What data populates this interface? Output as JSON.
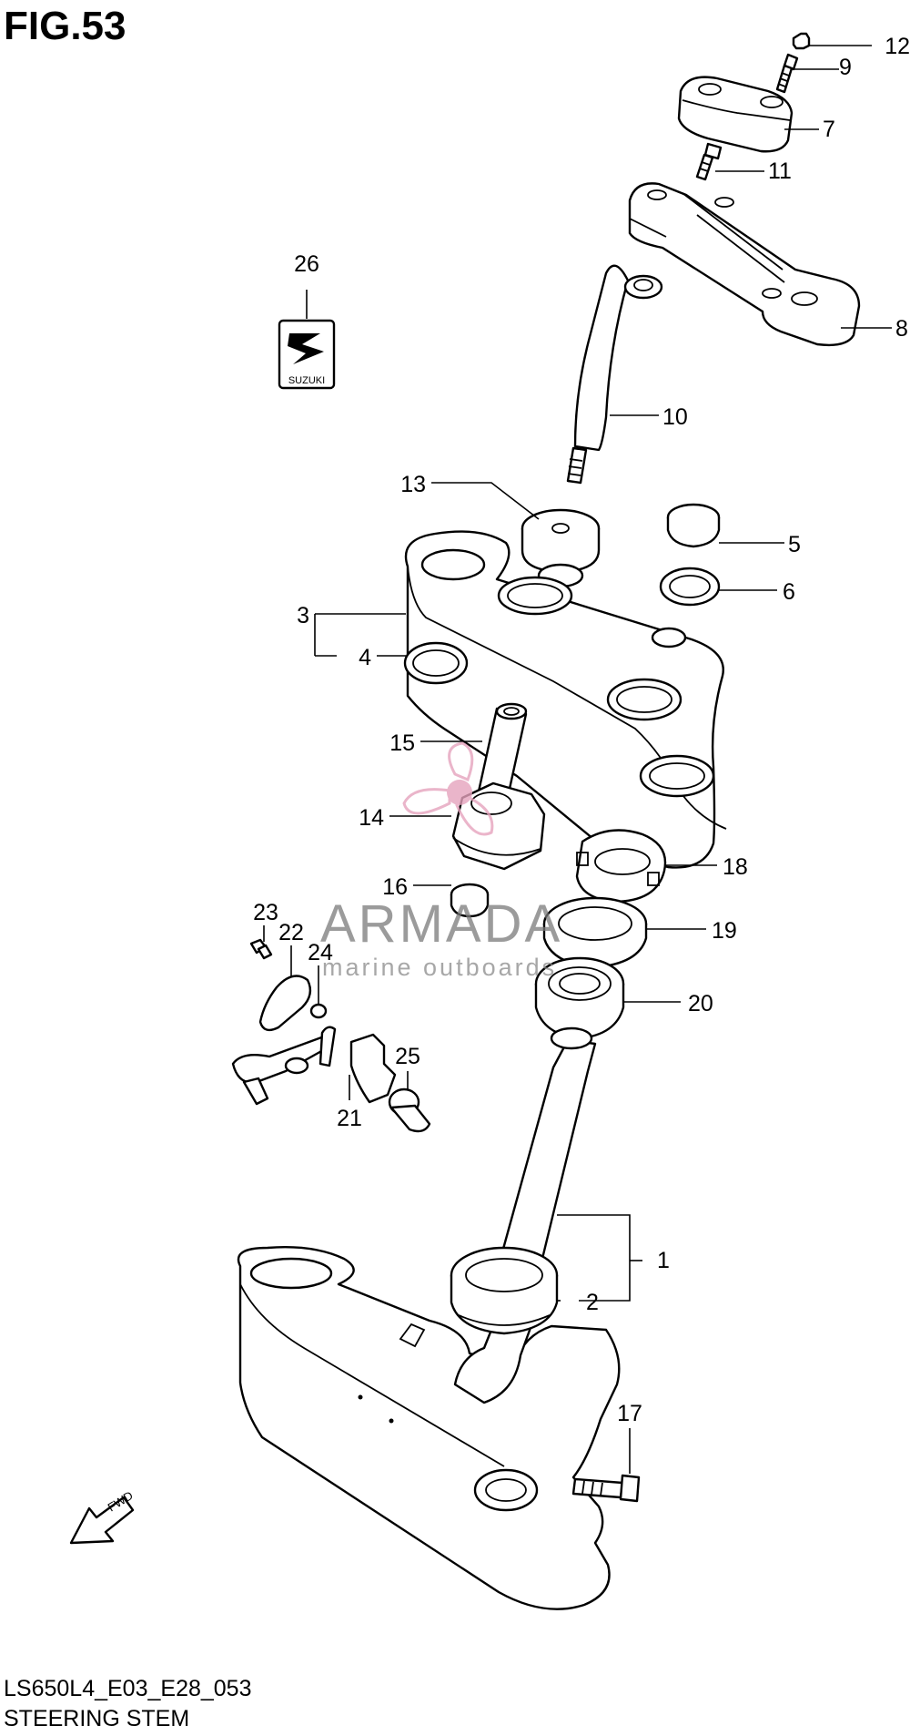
{
  "figure": {
    "title": "FIG.53",
    "code": "LS650L4_E03_E28_053",
    "name": "STEERING STEM"
  },
  "callouts": [
    "1",
    "2",
    "3",
    "4",
    "5",
    "6",
    "7",
    "8",
    "9",
    "10",
    "11",
    "12",
    "13",
    "14",
    "15",
    "16",
    "17",
    "18",
    "19",
    "20",
    "21",
    "22",
    "23",
    "24",
    "25",
    "26"
  ],
  "emblem_text": "SUZUKI",
  "fwd_label": "FWD",
  "watermark": {
    "brand": "ARMADA",
    "tagline": "marine outboards",
    "logo_color": "#e6a3bd"
  }
}
